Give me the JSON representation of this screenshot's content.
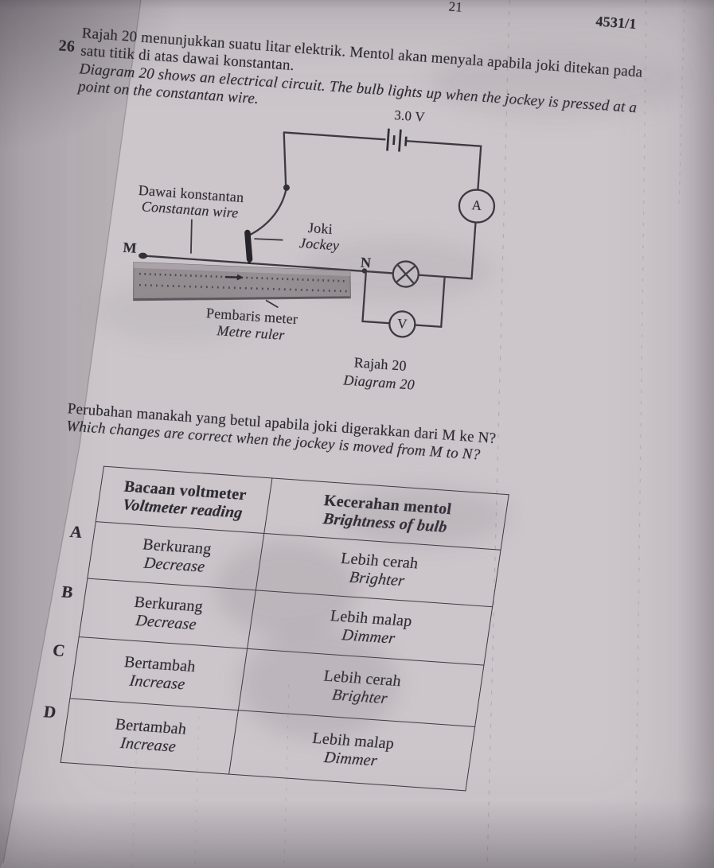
{
  "page": {
    "number": "21",
    "code": "4531/1"
  },
  "question": {
    "number": "26",
    "text_ms_1": "Rajah 20 menunjukkan suatu litar elektrik. Mentol akan menyala apabila joki ditekan pada",
    "text_ms_2": "satu titik di atas dawai konstantan.",
    "text_en_1": "Diagram 20 shows an electrical circuit. The bulb lights up when the jockey is pressed at a",
    "text_en_2": "point on the constantan wire."
  },
  "diagram": {
    "battery_voltage": "3.0 V",
    "ammeter_letter": "A",
    "voltmeter_letter": "V",
    "point_m": "M",
    "point_n": "N",
    "wire_label_ms": "Dawai konstantan",
    "wire_label_en": "Constantan wire",
    "jockey_label_ms": "Joki",
    "jockey_label_en": "Jockey",
    "ruler_label_ms": "Pembaris meter",
    "ruler_label_en": "Metre ruler",
    "caption_ms": "Rajah 20",
    "caption_en": "Diagram 20"
  },
  "prompt": {
    "text_ms": "Perubahan manakah yang betul apabila joki digerakkan dari M ke N?",
    "text_en": "Which changes are correct when the jockey is moved from M to N?"
  },
  "table": {
    "headers": [
      {
        "ms": "Bacaan voltmeter",
        "en": "Voltmeter reading"
      },
      {
        "ms": "Kecerahan mentol",
        "en": "Brightness of bulb"
      }
    ],
    "rows": [
      {
        "label": "A",
        "voltmeter": {
          "ms": "Berkurang",
          "en": "Decrease"
        },
        "brightness": {
          "ms": "Lebih cerah",
          "en": "Brighter"
        }
      },
      {
        "label": "B",
        "voltmeter": {
          "ms": "Berkurang",
          "en": "Decrease"
        },
        "brightness": {
          "ms": "Lebih malap",
          "en": "Dimmer"
        }
      },
      {
        "label": "C",
        "voltmeter": {
          "ms": "Bertambah",
          "en": "Increase"
        },
        "brightness": {
          "ms": "Lebih cerah",
          "en": "Brighter"
        }
      },
      {
        "label": "D",
        "voltmeter": {
          "ms": "Bertambah",
          "en": "Increase"
        },
        "brightness": {
          "ms": "Lebih malap",
          "en": "Dimmer"
        }
      }
    ]
  },
  "colors": {
    "paper": "#ccc6ca",
    "ink": "#2f2b33",
    "line": "#3d3941"
  }
}
